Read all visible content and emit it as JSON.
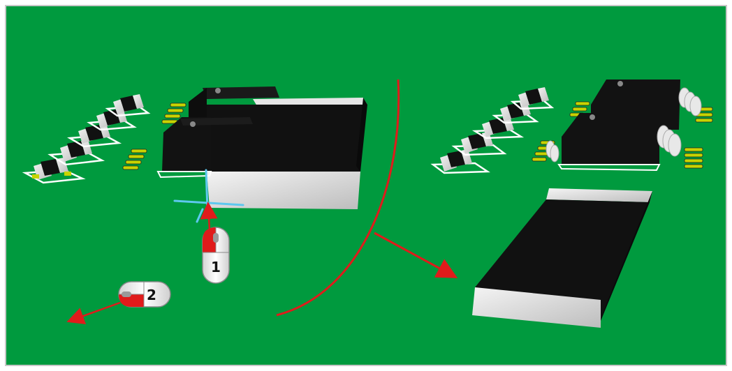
{
  "diagram": {
    "board_color": "#009a3e",
    "frame_color": "#c8c8c8",
    "body_color": "#111111",
    "end_cap_color": "#d8d8d8",
    "pad_color": "#c8d400",
    "silkscreen_color": "#ffffff",
    "arrow_color": "#e01b1b",
    "axis_color": "#5ec8ee"
  },
  "mouse_1": {
    "label": "1",
    "action": "click"
  },
  "mouse_2": {
    "label": "2",
    "action": "drag"
  },
  "icons": [
    "mouse-icon",
    "mouse-icon",
    "arrow-icon",
    "move-crosshair-icon"
  ]
}
